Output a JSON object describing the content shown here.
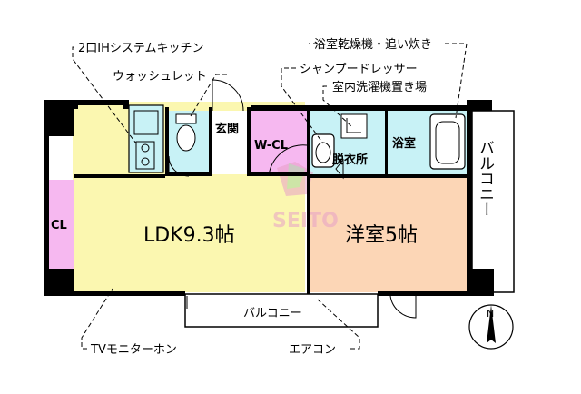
{
  "floorplan": {
    "rooms": {
      "ldk": "LDK9.3帖",
      "western_room": "洋室5帖",
      "entrance": "玄関",
      "walk_in_closet": "W-CL",
      "closet": "CL",
      "changing_room": "脱衣所",
      "bathroom": "浴室",
      "balcony_front": "バルコニー",
      "balcony_side": "バルコニー"
    },
    "callouts": {
      "kitchen": "2口IHシステムキッチン",
      "washlet": "ウォッシュレット",
      "bath_dryer": "浴室乾燥機・追い炊き",
      "vanity": "シャンプードレッサー",
      "laundry": "室内洗濯機置き場",
      "tv_monitor": "TVモニターホン",
      "aircon": "エアコン"
    },
    "watermark": "SEITO",
    "compass_label": "N",
    "colors": {
      "ldk": "#fbf7b0",
      "western_room": "#fcd6b6",
      "wet_area": "#c8f2f6",
      "closet": "#f6b8f0",
      "balcony": "#ffffff",
      "watermark": "#e8a0c8"
    }
  }
}
